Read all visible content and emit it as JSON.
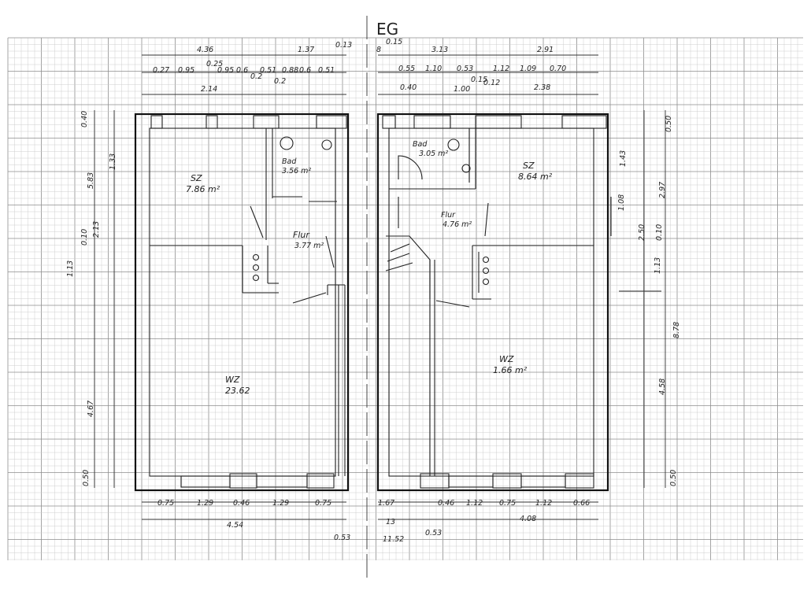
{
  "title": "EG",
  "colors": {
    "grid_minor": "#c9c9c9",
    "grid_major": "#8e8e8e",
    "ink": "#111111"
  },
  "rooms": {
    "left": [
      {
        "name": "SZ",
        "area": "7.86 m²"
      },
      {
        "name": "Bad",
        "area": "3.56 m²"
      },
      {
        "name": "Flur",
        "area": "3.77 m²"
      },
      {
        "name": "WZ",
        "area": "23.62"
      }
    ],
    "right": [
      {
        "name": "Bad",
        "area": "3.05 m²"
      },
      {
        "name": "SZ",
        "area": "8.64 m²"
      },
      {
        "name": "Flur",
        "area": "4.76 m²"
      },
      {
        "name": "WZ",
        "area": "1.66 m²"
      }
    ]
  },
  "dims": {
    "top_left": [
      "4.36",
      "1.37",
      "0.13",
      "0.27",
      "0.95",
      "0.25",
      "0.95",
      "0.6",
      "0.51",
      "0.88",
      "0.6",
      "0.51",
      "0.2",
      "0.2",
      "2.14"
    ],
    "top_right": [
      "8",
      "0.15",
      "3.13",
      "2.91",
      "0.55",
      "1.10",
      "0.53",
      "1.12",
      "1.09",
      "0.70",
      "0.40",
      "1.00",
      "0.15",
      "0.12",
      "2.38"
    ],
    "left_side": [
      "0.40",
      "5.83",
      "1.33",
      "1.13",
      "0.10",
      "2.13",
      "4.67",
      "0.50"
    ],
    "right_side": [
      "0.50",
      "1.43",
      "2.97",
      "1.08",
      "2.50",
      "0.10",
      "1.13",
      "8.78",
      "4.58",
      "0.50"
    ],
    "bottom_left": [
      "0.75",
      "1.29",
      "0.46",
      "1.29",
      "0.75",
      "4.54",
      "0.53"
    ],
    "bottom_right": [
      "1.67",
      "0.46",
      "1.12",
      "0.75",
      "1.12",
      "0.66",
      "4.08",
      "0.53",
      "11.52",
      "13"
    ]
  }
}
